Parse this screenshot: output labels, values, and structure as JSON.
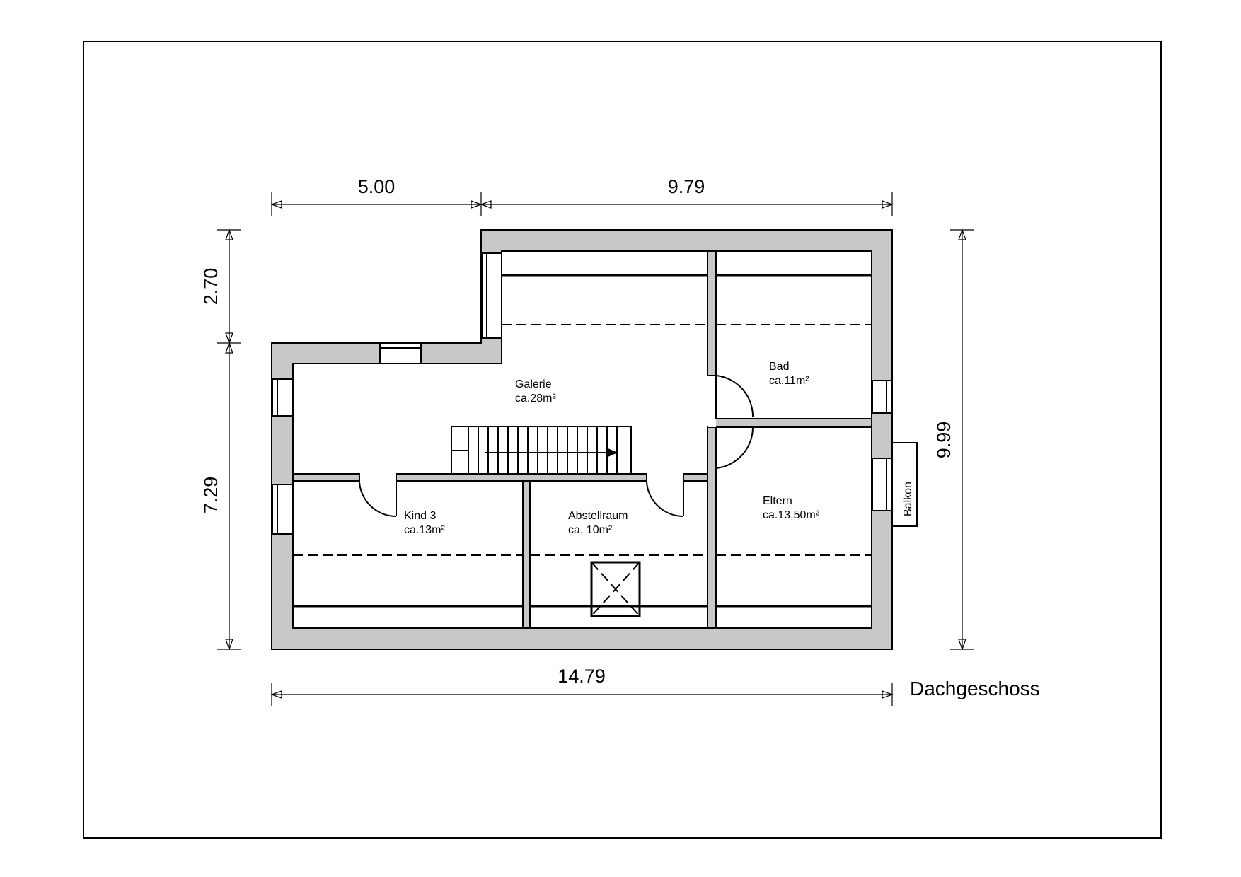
{
  "plan": {
    "title": "Dachgeschoss",
    "dimensions": {
      "top_left": "5.00",
      "top_right": "9.79",
      "left_upper": "2.70",
      "left_lower": "7.29",
      "right": "9.99",
      "bottom": "14.79"
    },
    "rooms": [
      {
        "name": "Galerie",
        "area": "ca.28m²"
      },
      {
        "name": "Bad",
        "area": "ca.11m²"
      },
      {
        "name": "Kind 3",
        "area": "ca.13m²"
      },
      {
        "name": "Abstellraum",
        "area": "ca. 10m²"
      },
      {
        "name": "Eltern",
        "area": "ca.13,50m²"
      }
    ],
    "balcony_label": "Balkon"
  }
}
